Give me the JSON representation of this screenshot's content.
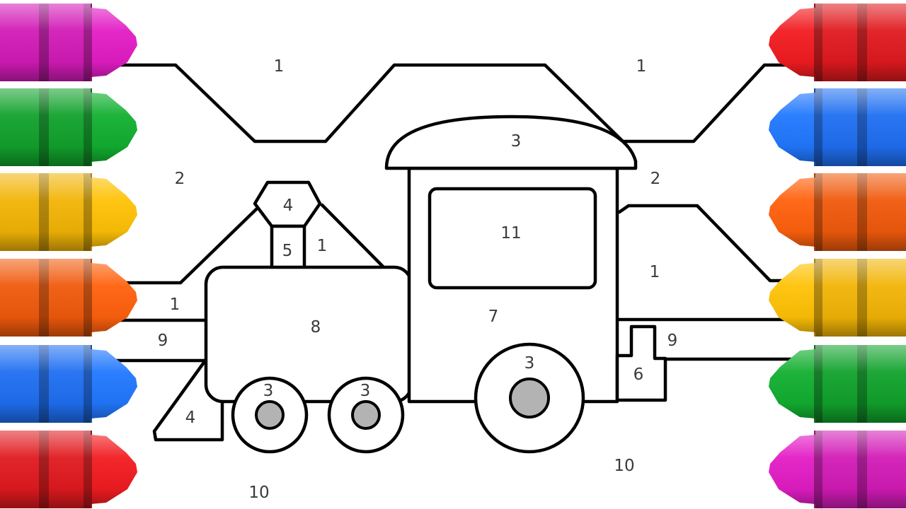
{
  "picture": {
    "type": "color-by-number-page",
    "subject_icon": "train-icon",
    "decoration_icon": "crayon-icon",
    "crayon_colors_left": [
      "#d21bb6",
      "#11a22c",
      "#f2b406",
      "#f05a0c",
      "#1f6ff2",
      "#e01a1f"
    ],
    "crayon_colors_right": [
      "#e01a1f",
      "#1f6ff2",
      "#f05a0c",
      "#f2b406",
      "#11a22c",
      "#d21bb6"
    ],
    "wheel_hub_color": "#b3b3b3"
  },
  "region_numbers": {
    "sky_left": "1",
    "sky_right": "1",
    "hill_left": "2",
    "hill_right": "2",
    "cab_roof": "3",
    "smokestack_top": "4",
    "smokestack": "5",
    "sky_behind_chimney": "1",
    "cab_window": "11",
    "sky_far_left": "1",
    "sky_far_right": "1",
    "boiler": "8",
    "cab": "7",
    "rail_left": "9",
    "rail_right": "9",
    "cowcatcher": "4",
    "buffer": "6",
    "wheel_front": "3",
    "wheel_middle": "3",
    "wheel_big": "3",
    "ground_right": "10",
    "ground_left": "10"
  }
}
